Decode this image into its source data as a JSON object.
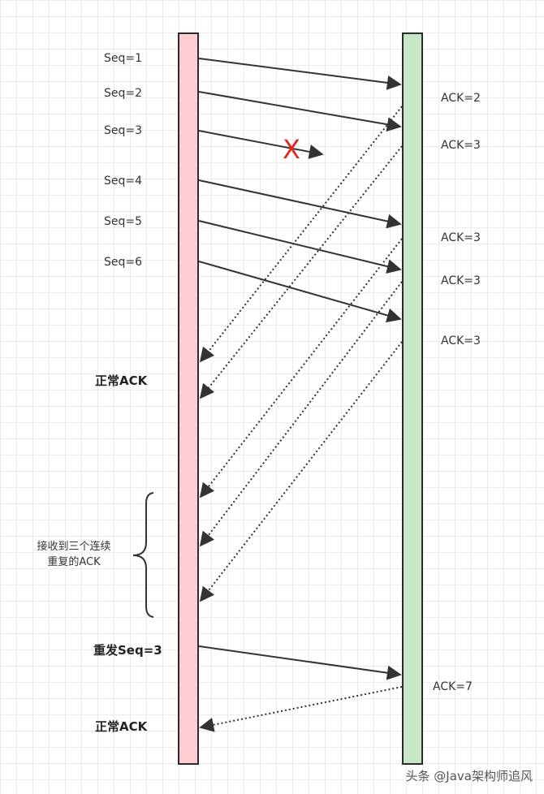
{
  "labels": {
    "seq1": "Seq=1",
    "seq2": "Seq=2",
    "seq3": "Seq=3",
    "seq4": "Seq=4",
    "seq5": "Seq=5",
    "seq6": "Seq=6",
    "ack2": "ACK=2",
    "ack3_a": "ACK=3",
    "ack3_b": "ACK=3",
    "ack3_c": "ACK=3",
    "ack3_d": "ACK=3",
    "ack7": "ACK=7",
    "normal_ack_1": "正常ACK",
    "dup_ack_line1": "接收到三个连续",
    "dup_ack_line2": "重复的ACK",
    "resend": "重发Seq=3",
    "normal_ack_2": "正常ACK",
    "lost_mark": "X"
  },
  "colors": {
    "sender_bar": "#ffccd2",
    "receiver_bar": "#c6e6c6",
    "arrow": "#333333",
    "lost_mark": "#e8231f"
  },
  "watermark": "头条 @Java架构师追风"
}
